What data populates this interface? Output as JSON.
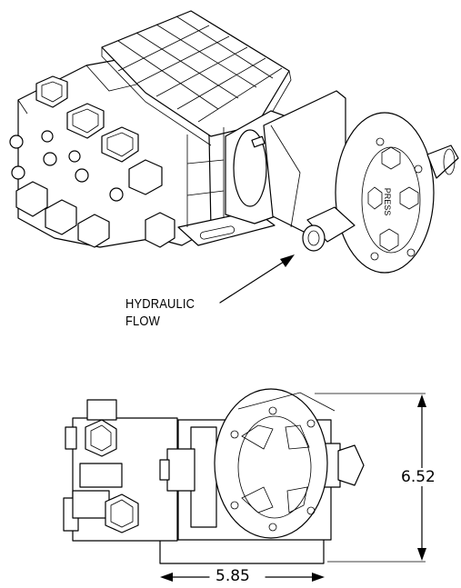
{
  "callout": {
    "line1": "HYDRAULIC",
    "line2": "FLOW"
  },
  "dimensions": {
    "height": "6.52",
    "width": "5.85"
  },
  "port_label": "PRESS"
}
